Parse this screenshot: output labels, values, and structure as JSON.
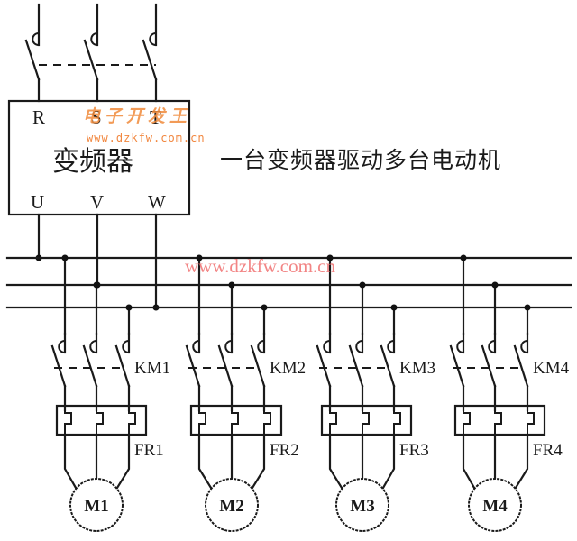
{
  "title": "一台变频器驱动多台电动机",
  "vfd": {
    "name": "变频器",
    "inputs": [
      "R",
      "S",
      "T"
    ],
    "outputs": [
      "U",
      "V",
      "W"
    ]
  },
  "watermark": {
    "logo_text": "电子开发王",
    "url_small": "www.dzkfw.com.cn",
    "url_large": "www.dzkfw.com.cn"
  },
  "branches": [
    {
      "contactor": "KM1",
      "overload": "FR1",
      "motor": "M1"
    },
    {
      "contactor": "KM2",
      "overload": "FR2",
      "motor": "M2"
    },
    {
      "contactor": "KM3",
      "overload": "FR3",
      "motor": "M3"
    },
    {
      "contactor": "KM4",
      "overload": "FR4",
      "motor": "M4"
    }
  ],
  "colors": {
    "line": "#1a1a1a",
    "watermark_orange": "#f08a3a",
    "watermark_red": "#f07070"
  }
}
